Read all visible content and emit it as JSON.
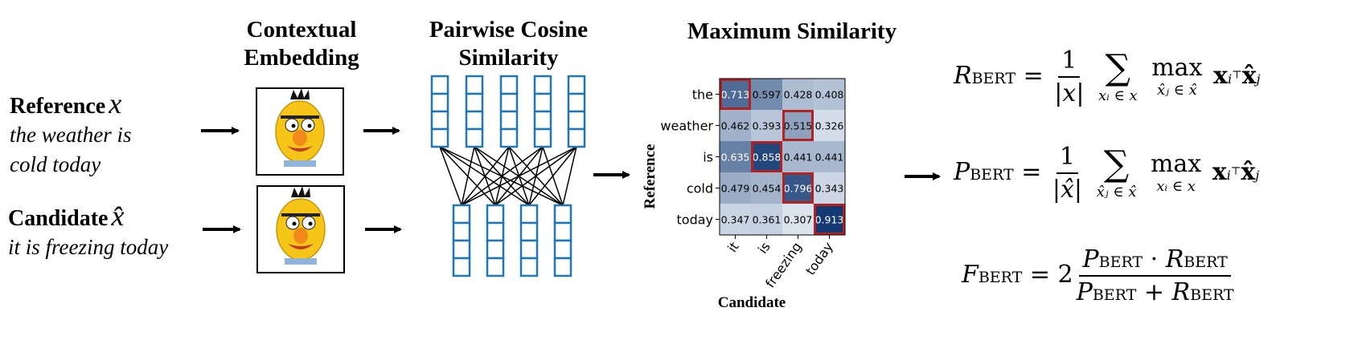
{
  "titles": {
    "embedding": [
      "Contextual",
      "Embedding"
    ],
    "cosine": [
      "Pairwise Cosine",
      "Similarity"
    ],
    "maxsim": "Maximum Similarity"
  },
  "reference": {
    "label": "Reference",
    "var": "x",
    "sentence_lines": [
      "the weather is",
      "cold today"
    ]
  },
  "candidate": {
    "label": "Candidate",
    "var": "x̂",
    "sentence_lines": [
      "it is freezing today"
    ]
  },
  "heatmap": {
    "row_labels": [
      "the",
      "weather",
      "is",
      "cold",
      "today"
    ],
    "col_labels": [
      "it",
      "is",
      "freezing",
      "today"
    ],
    "values": [
      [
        0.713,
        0.597,
        0.428,
        0.408
      ],
      [
        0.462,
        0.393,
        0.515,
        0.326
      ],
      [
        0.635,
        0.858,
        0.441,
        0.441
      ],
      [
        0.479,
        0.454,
        0.796,
        0.343
      ],
      [
        0.347,
        0.361,
        0.307,
        0.913
      ]
    ],
    "value_labels": [
      [
        "0.713",
        "0.597",
        "0.428",
        "0.408"
      ],
      [
        "0.462",
        "0.393",
        "0.515",
        "0.326"
      ],
      [
        "0.635",
        "0.858",
        "0.441",
        "0.441"
      ],
      [
        "0.479",
        "0.454",
        "0.796",
        "0.343"
      ],
      [
        "0.347",
        "0.361",
        "0.307",
        "0.913"
      ]
    ],
    "highlighted_cells": [
      [
        0,
        0
      ],
      [
        1,
        2
      ],
      [
        2,
        1
      ],
      [
        3,
        2
      ],
      [
        4,
        3
      ]
    ],
    "xlabel": "Candidate",
    "ylabel": "Reference",
    "highlight_color": "#b22222"
  },
  "equations": {
    "recall": {
      "lhs": "R",
      "lhs_sub": "BERT",
      "frac_num": "1",
      "frac_den": "|x|",
      "sum_sub": "xᵢ ∈ x",
      "max_sub": "x̂ⱼ ∈ x̂"
    },
    "precision": {
      "lhs": "P",
      "lhs_sub": "BERT",
      "frac_num": "1",
      "frac_den": "|x̂|",
      "sum_sub": "x̂ⱼ ∈ x̂",
      "max_sub": "xᵢ ∈ x"
    },
    "f1": {
      "lhs": "F",
      "lhs_sub": "BERT",
      "coef": "2"
    }
  },
  "colors": {
    "network": "#1f77b4",
    "arrow": "#000000",
    "heat_low": "#f7fbff",
    "heat_high": "#08306b"
  }
}
